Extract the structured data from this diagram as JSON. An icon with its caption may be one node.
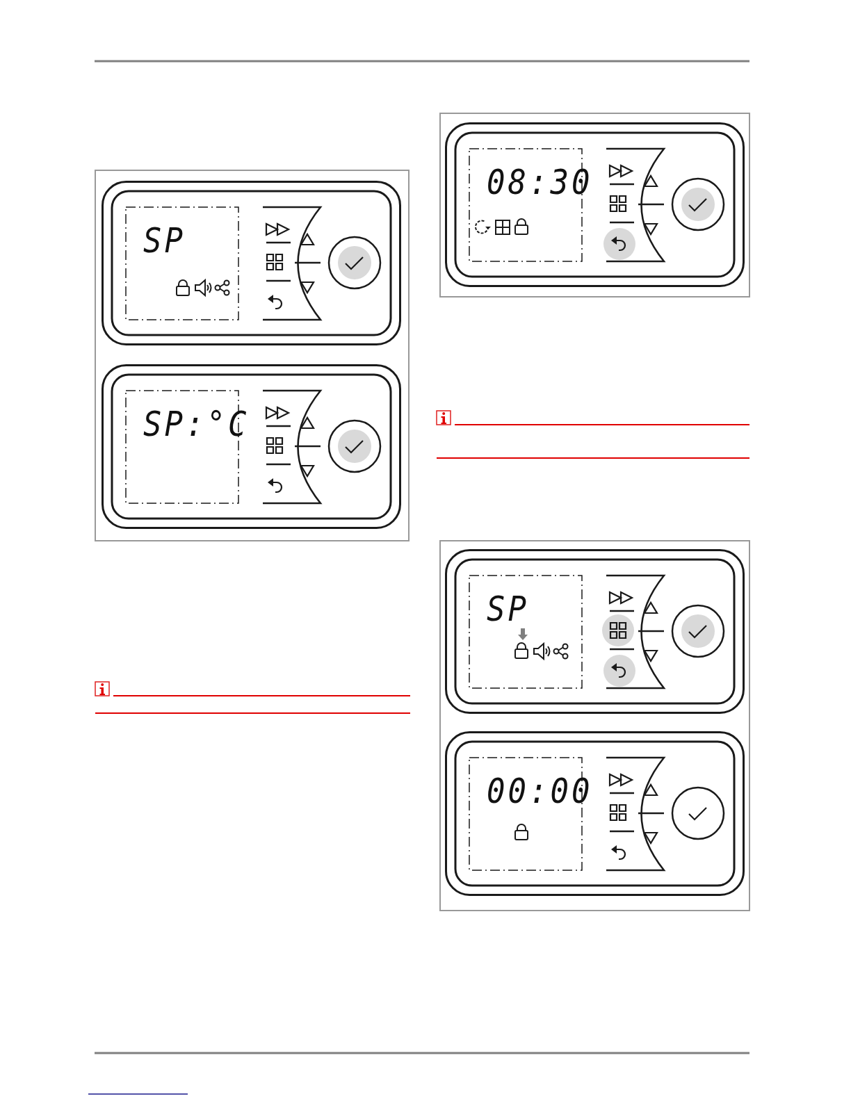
{
  "diagram": {
    "labels": [
      "SP",
      "SP:°C",
      "08:30",
      "SP",
      "00:00"
    ]
  }
}
